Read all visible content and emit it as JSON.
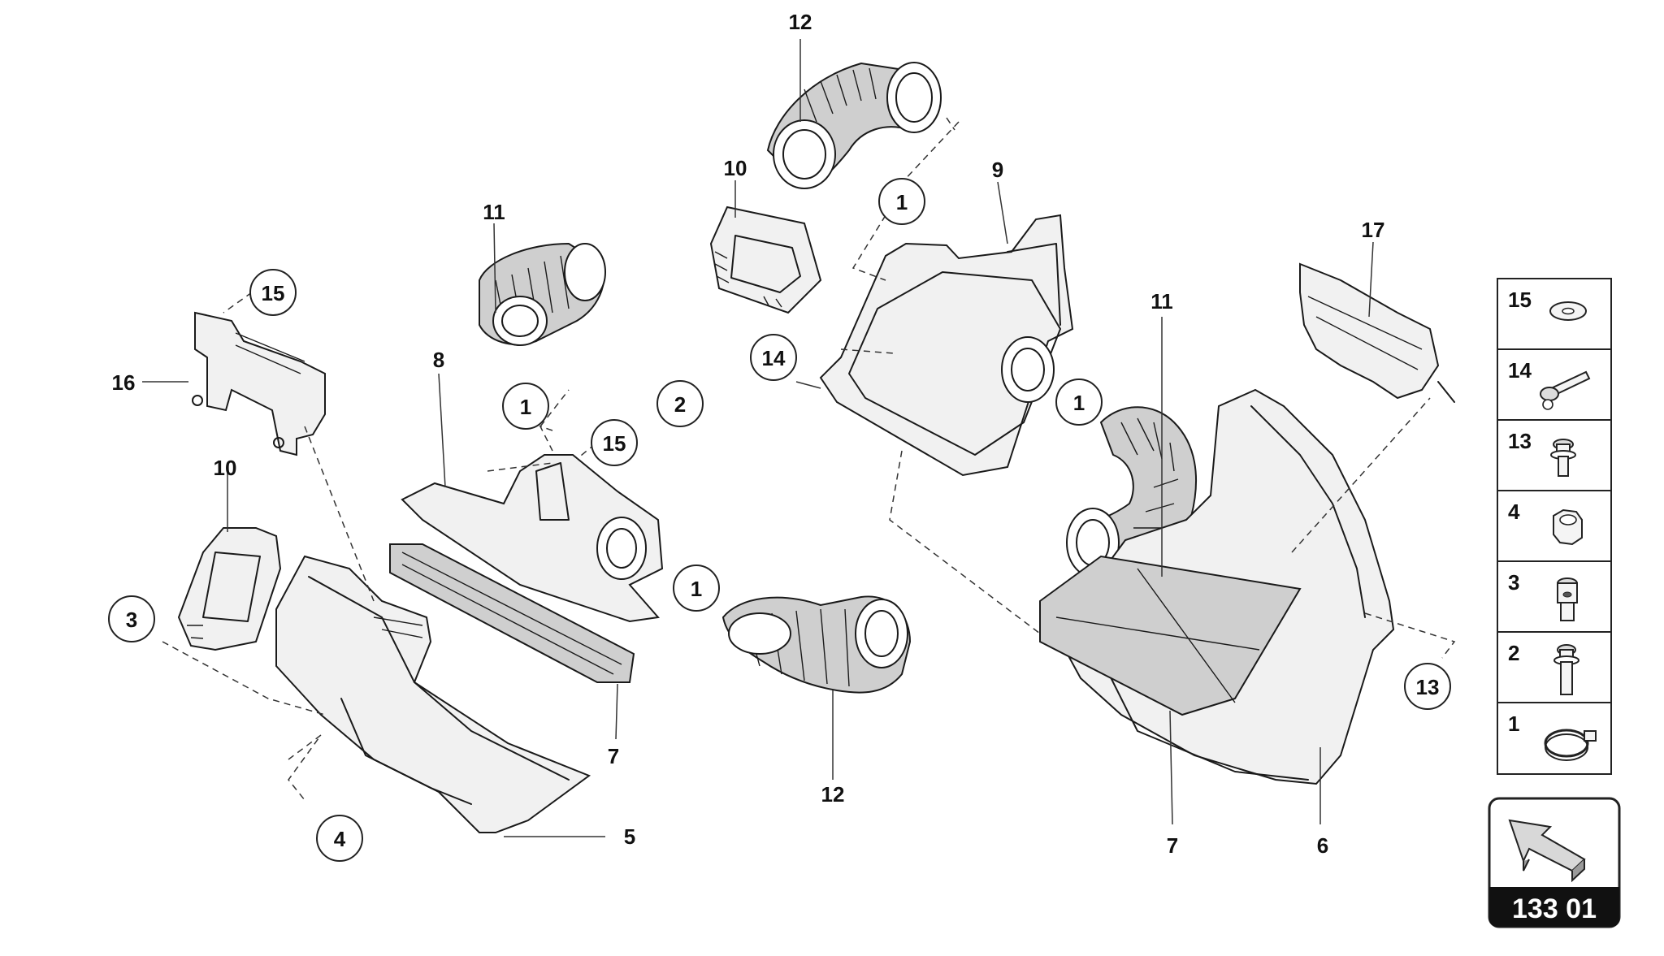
{
  "callouts": {
    "c12_top": "12",
    "c10_top": "10",
    "c9": "9",
    "c1_top": "1",
    "c11_mid": "11",
    "c15_left": "15",
    "c16": "16",
    "c10_left": "10",
    "c8": "8",
    "c1_midleft": "1",
    "c2": "2",
    "c15_mid": "15",
    "c14": "14",
    "c1_right": "1",
    "c11_right": "11",
    "c17": "17",
    "c3": "3",
    "c1_lower": "1",
    "c7_left": "7",
    "c12_bottom": "12",
    "c4": "4",
    "c5": "5",
    "c7_right": "7",
    "c6": "6",
    "c13": "13"
  },
  "legend": {
    "items": [
      {
        "num": "15",
        "icon": "washer-icon"
      },
      {
        "num": "14",
        "icon": "long-bolt-icon"
      },
      {
        "num": "13",
        "icon": "flange-screw-icon"
      },
      {
        "num": "4",
        "icon": "hex-nut-icon"
      },
      {
        "num": "3",
        "icon": "stud-bolt-icon"
      },
      {
        "num": "2",
        "icon": "flange-bolt-icon"
      },
      {
        "num": "1",
        "icon": "hose-clamp-icon"
      }
    ]
  },
  "reference": {
    "code": "133 01",
    "icon": "direction-arrow-icon"
  }
}
